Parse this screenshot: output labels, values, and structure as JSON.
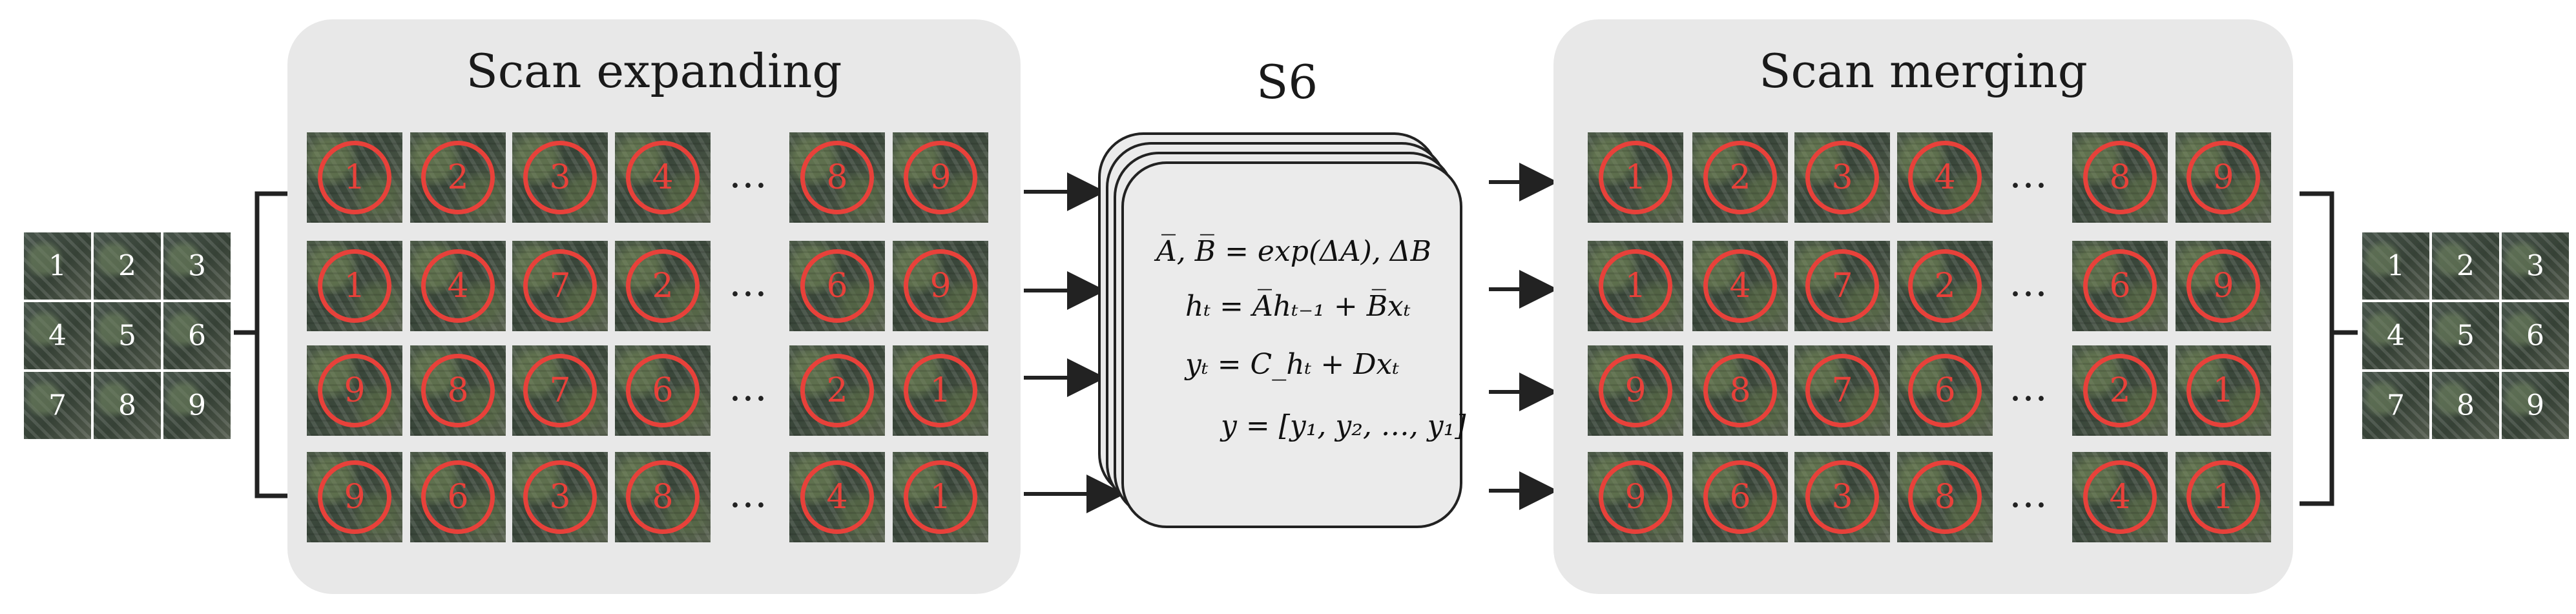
{
  "left_panel": {
    "title": "Scan expanding"
  },
  "right_panel": {
    "title": "Scan merging"
  },
  "s6": {
    "title": "S6",
    "equations": [
      "A̅, B̅ = exp(ΔA), ΔB",
      "hₜ = A̅hₜ₋₁ + B̅xₜ",
      "yₜ = C_hₜ + Dxₜ",
      "y = [y₁, y₂, …, y₁]"
    ]
  },
  "ellipsis": "…",
  "input_grid": [
    "1",
    "2",
    "3",
    "4",
    "5",
    "6",
    "7",
    "8",
    "9"
  ],
  "output_grid": [
    "1",
    "2",
    "3",
    "4",
    "5",
    "6",
    "7",
    "8",
    "9"
  ],
  "scan_rows": [
    [
      "1",
      "2",
      "3",
      "4",
      "8",
      "9"
    ],
    [
      "1",
      "4",
      "7",
      "2",
      "6",
      "9"
    ],
    [
      "9",
      "8",
      "7",
      "6",
      "2",
      "1"
    ],
    [
      "9",
      "6",
      "3",
      "8",
      "4",
      "1"
    ]
  ],
  "colors": {
    "ring": "#e8413a",
    "panel": "#e8e8e8",
    "line": "#222222"
  }
}
